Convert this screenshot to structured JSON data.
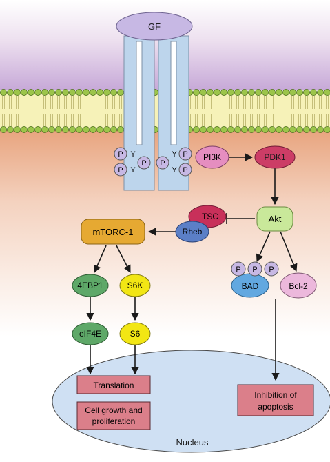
{
  "nodes": {
    "gf": "GF",
    "pi3k": "PI3K",
    "pdk1": "PDK1",
    "akt": "Akt",
    "tsc": "TSC",
    "rheb": "Rheb",
    "mtorc1": "mTORC-1",
    "fourebp1": "4EBP1",
    "s6k": "S6K",
    "eif4e": "eIF4E",
    "s6": "S6",
    "bad": "BAD",
    "bcl2": "Bcl-2"
  },
  "phospho": {
    "p": "P",
    "y": "Y"
  },
  "outcomes": {
    "translation": "Translation",
    "growth_line1": "Cell growth and",
    "growth_line2": "proliferation",
    "apoptosis_line1": "Inhibition of",
    "apoptosis_line2": "apoptosis"
  },
  "nucleus": "Nucleus",
  "colors": {
    "pi3k": "#e58ec0",
    "pdk1": "#cc3d66",
    "akt": "#c9e89a",
    "tsc": "#c8305a",
    "rheb": "#5b7fc7",
    "mtorc1": "#e6a932",
    "fourebp1": "#5ea868",
    "s6k": "#f2e614",
    "bad": "#62a8e0",
    "bcl2": "#ecb8dc",
    "phospho": "#c7b8e4",
    "receptor": "#bdd5ec",
    "outcome_box": "#db7f8a",
    "nucleus": "#cfe0f3"
  }
}
